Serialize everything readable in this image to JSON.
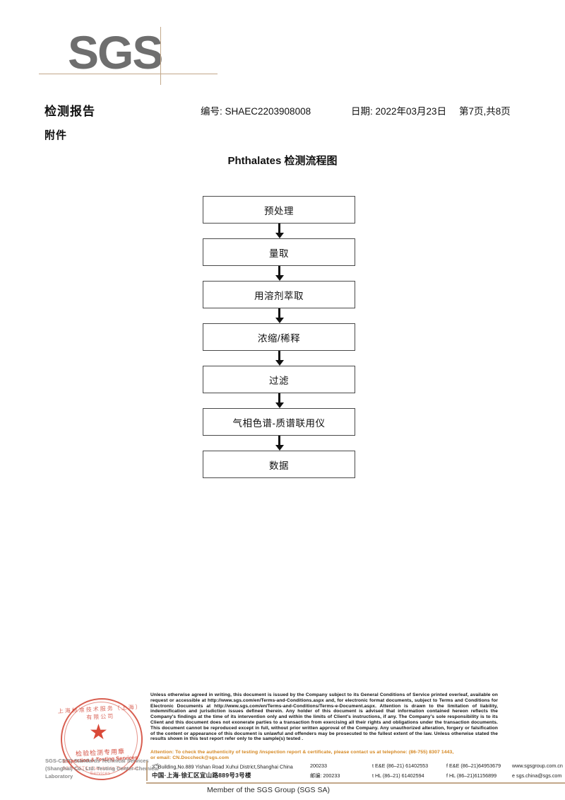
{
  "brand": {
    "logo_text": "SGS",
    "accent_line_color": "#c3a88a",
    "logo_color": "#6e6e6e"
  },
  "header": {
    "title": "检测报告",
    "report_no": "编号: SHAEC2203908008",
    "date": "日期: 2022年03月23日",
    "page": "第7页,共8页",
    "attachment_label": "附件"
  },
  "flowchart": {
    "title": "Phthalates 检测流程图",
    "nodes": [
      {
        "label": "预处理"
      },
      {
        "label": "量取"
      },
      {
        "label": "用溶剂萃取"
      },
      {
        "label": "浓缩/稀释"
      },
      {
        "label": "过滤"
      },
      {
        "label": "气相色谱-质谱联用仪"
      },
      {
        "label": "数据"
      }
    ]
  },
  "stamp": {
    "arc_top": "上海标准技术服务（上海）有限公司",
    "cn_label": "检验检测专用章",
    "en_label": "Inspection & Testing Services",
    "arc_bottom": "SGS-CSTC Standards Technical Services",
    "star": "★",
    "color": "#cf3a2a"
  },
  "footer": {
    "lab_name": "SGS-CSTC Standards Technical Services (Shanghai) Co., Ltd.  Testing Center-Chemical Laboratory",
    "legal_text": "Unless otherwise agreed in writing, this document is issued by the Company subject to its General Conditions of Service printed overleaf, available on request or accessible at http://www.sgs.com/en/Terms-and-Conditions.aspx and, for electronic format documents, subject to Terms and Conditions for Electronic Documents at http://www.sgs.com/en/Terms-and-Conditions/Terms-e-Document.aspx. Attention is drawn to the limitation of liability, indemnification and jurisdiction issues defined therein. Any holder of this document is advised that information contained hereon reflects the Company's findings at the time of its intervention only and within the limits of Client's instructions, if any. The Company's sole responsibility is to its Client and this document does not exonerate parties to a transaction from exercising all their rights and obligations under the transaction documents. This document cannot be reproduced except in full, without prior written approval of the Company. Any unauthorized alteration, forgery or falsification of the content or appearance of this document is unlawful and offenders may be prosecuted to the fullest extent of the law. Unless otherwise stated the results shown in this test report refer only to the sample(s) tested .",
    "attention_line1": "Attention: To check the authenticity of testing /inspection report & certificate, please contact us at telephone: (86-755) 8307 1443,",
    "attention_line2": "or email: CN.Doccheck@sgs.com",
    "address": {
      "en_street": "Building,No.889 Yishan Road Xuhui District,Shanghai China",
      "en_street_prefix": "3",
      "en_street_sup": "rd",
      "en_zip": "200233",
      "cn_street": "中国·上海·徐汇区宜山路889号3号楼",
      "cn_zip_label": "邮编:",
      "cn_zip": "200233",
      "tel_en": "t E&E (86–21) 61402553",
      "fax_en": "f E&E (86–21)64953679",
      "web": "www.sgsgroup.com.cn",
      "tel_hl": "t HL (86–21) 61402594",
      "fax_hl": "f HL (86–21)61156899",
      "email": "e  sgs.china@sgs.com"
    },
    "member_line": "Member of the SGS Group (SGS SA)"
  }
}
